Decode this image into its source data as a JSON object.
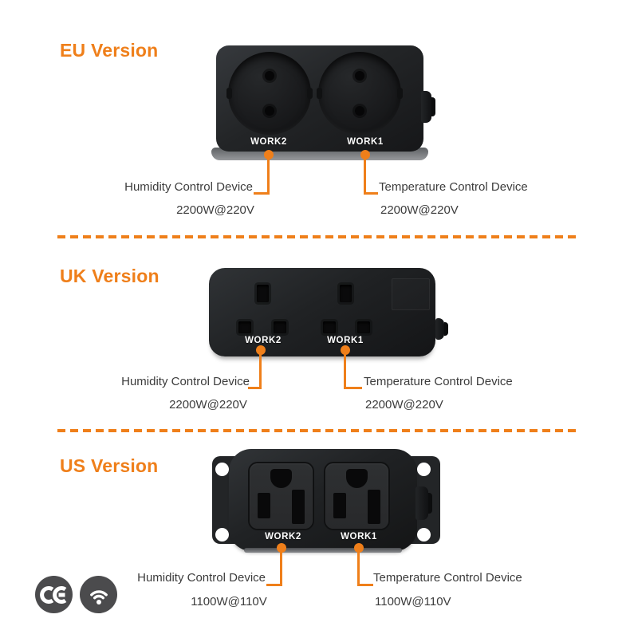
{
  "accent": "#EF7F1A",
  "device_color": "#1b1c1e",
  "badge_color": "#4b4b4d",
  "sections": {
    "eu": {
      "title": "EU Version",
      "work_left": "WORK2",
      "work_right": "WORK1",
      "left_label": "Humidity Control Device",
      "left_power": "2200W@220V",
      "right_label": "Temperature Control Device",
      "right_power": "2200W@220V"
    },
    "uk": {
      "title": "UK Version",
      "work_left": "WORK2",
      "work_right": "WORK1",
      "left_label": "Humidity Control Device",
      "left_power": "2200W@220V",
      "right_label": "Temperature Control Device",
      "right_power": "2200W@220V"
    },
    "us": {
      "title": "US Version",
      "work_left": "WORK2",
      "work_right": "WORK1",
      "left_label": "Humidity Control Device",
      "left_power": "1100W@110V",
      "right_label": "Temperature Control Device",
      "right_power": "1100W@110V"
    }
  },
  "badges": {
    "ce": "ce-mark-icon",
    "wifi": "wifi-icon"
  }
}
